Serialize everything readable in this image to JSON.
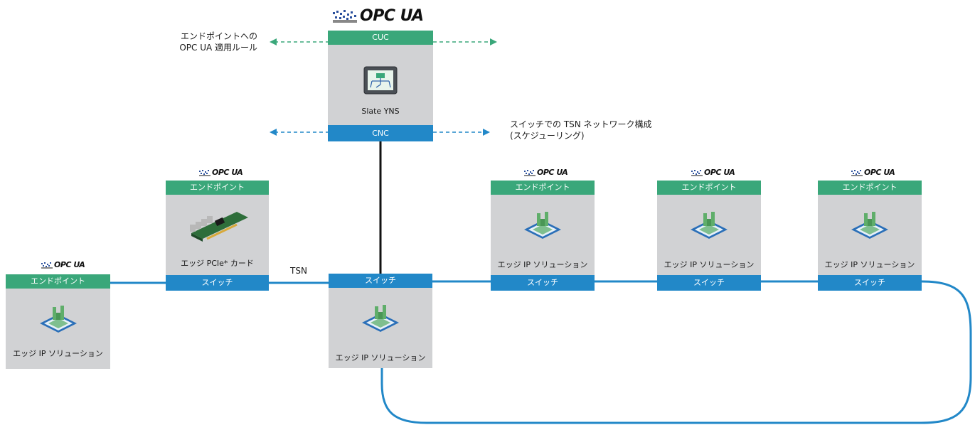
{
  "colors": {
    "endpoint_green": "#3aa77a",
    "switch_blue": "#2288c8",
    "box_gray": "#d1d2d4",
    "wire_black": "#111111"
  },
  "logo_text": "OPC UA",
  "cuc_box": {
    "top_label": "CUC",
    "caption": "Slate YNS",
    "bottom_label": "CNC",
    "icon": "monitor-network-icon"
  },
  "annotations": {
    "cuc_note": [
      "エンドポイントへの",
      "OPC UA 適用ルール"
    ],
    "cnc_note": [
      "スイッチでの TSN ネットワーク構成",
      "(スケジューリング)"
    ]
  },
  "link_label": "TSN",
  "nodes": {
    "endpoint_left": {
      "header": "エンドポイント",
      "caption": "エッジ IP ソリューション",
      "icon": "chip-icon"
    },
    "pcie_card": {
      "header": "エンドポイント",
      "caption": "エッジ PCIe* カード",
      "footer": "スイッチ",
      "icon": "pcie-card-icon"
    },
    "center_switch": {
      "header": "スイッチ",
      "caption": "エッジ IP ソリューション",
      "icon": "chip-icon"
    },
    "edge_ip_1": {
      "header": "エンドポイント",
      "caption": "エッジ IP ソリューション",
      "footer": "スイッチ",
      "icon": "chip-icon"
    },
    "edge_ip_2": {
      "header": "エンドポイント",
      "caption": "エッジ IP ソリューション",
      "footer": "スイッチ",
      "icon": "chip-icon"
    },
    "edge_ip_3": {
      "header": "エンドポイント",
      "caption": "エッジ IP ソリューション",
      "footer": "スイッチ",
      "icon": "chip-icon"
    }
  }
}
